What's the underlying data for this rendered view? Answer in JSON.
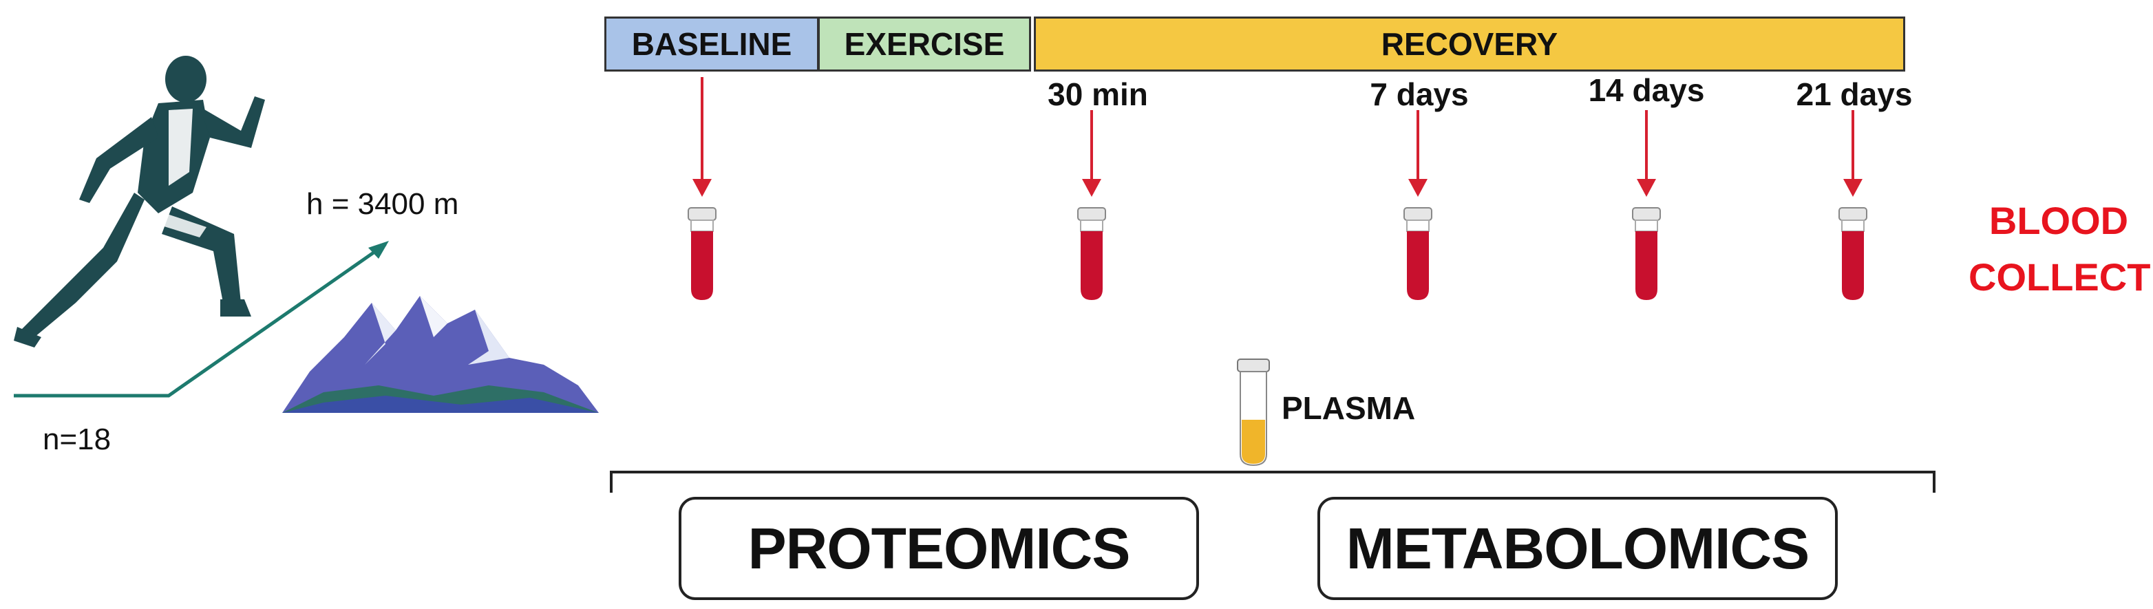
{
  "phases": {
    "baseline": {
      "label": "BASELINE",
      "color": "#a9c3e8"
    },
    "exercise": {
      "label": "EXERCISE",
      "color": "#bfe3b9"
    },
    "recovery": {
      "label": "RECOVERY",
      "color": "#f5c842"
    }
  },
  "timepoints": [
    {
      "label": "30 min"
    },
    {
      "label": "7 days"
    },
    {
      "label": "14 days"
    },
    {
      "label": "21 days"
    }
  ],
  "blood_collection": {
    "line1": "BLOOD",
    "line2": "COLLECTION",
    "color": "#e8141e"
  },
  "plasma": {
    "label": "PLASMA",
    "color": "#f0b52a"
  },
  "study": {
    "altitude": "h = 3400 m",
    "n": "n=18"
  },
  "analyses": {
    "left": "PROTEOMICS",
    "right": "METABOLOMICS"
  },
  "icons": [
    "runner-icon",
    "mountain-icon",
    "blood-tube-icon",
    "plasma-tube-icon",
    "arrow-down-icon"
  ]
}
